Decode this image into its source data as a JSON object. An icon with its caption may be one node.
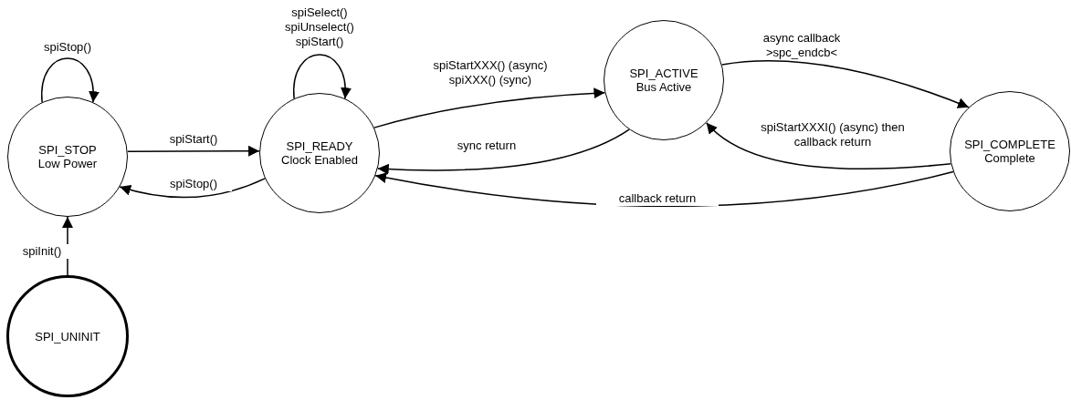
{
  "diagram": {
    "nodes": [
      {
        "text": [
          "SPI_STOP",
          "Low Power"
        ]
      },
      {
        "text": [
          "SPI_READY",
          "Clock Enabled"
        ]
      },
      {
        "text": [
          "SPI_ACTIVE",
          "Bus Active"
        ]
      },
      {
        "text": [
          "SPI_COMPLETE",
          "Complete"
        ]
      },
      {
        "text": [
          "SPI_UNINIT"
        ]
      }
    ],
    "edges": [
      {
        "from": 0,
        "to": 0,
        "arrow": "to",
        "label": "spiStop()"
      },
      {
        "from": 0,
        "to": 1,
        "arrow": "to",
        "label": "spiStart()"
      },
      {
        "from": 1,
        "to": 0,
        "arrow": "to",
        "label": "spiStop()"
      },
      {
        "from": 4,
        "to": 0,
        "arrow": "to",
        "label": "spiInit()"
      },
      {
        "from": 1,
        "to": 1,
        "arrow": "to",
        "label": "spiSelect() spiUnselect() spiStart()"
      },
      {
        "from": 1,
        "to": 2,
        "arrow": "to",
        "label": "spiStartXXX() (async) spiXXX() (sync)"
      },
      {
        "from": 2,
        "to": 1,
        "arrow": "to",
        "label": "sync return"
      },
      {
        "from": 2,
        "to": 3,
        "arrow": "to",
        "label": "async callback >spc_endcb<"
      },
      {
        "from": 3,
        "to": 2,
        "arrow": "to",
        "label": "spiStartXXXI() (async) then callback return"
      },
      {
        "from": 3,
        "to": 1,
        "arrow": "to",
        "label": "callback return"
      }
    ]
  }
}
